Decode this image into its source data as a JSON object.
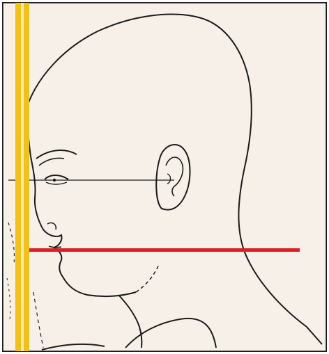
{
  "colors": {
    "paper": "#f6f0e9",
    "ink": "#1b1b1b",
    "vertical_reference_line": "#f2c01c",
    "vertical_reference_highlight": "#fbe9a6",
    "horizontal_reference_line": "#d81f26"
  },
  "content": {
    "subject": "profile-head-line-drawing",
    "reference_lines": [
      "vertical-yellow",
      "horizontal-red",
      "eye-to-ear-guide"
    ]
  }
}
